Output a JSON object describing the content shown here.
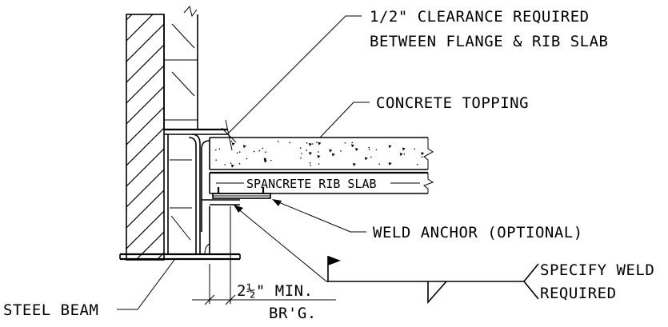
{
  "labels": {
    "clearance_line1": "1/2\" CLEARANCE REQUIRED",
    "clearance_line2": "BETWEEN FLANGE & RIB SLAB",
    "concrete_topping": "CONCRETE TOPPING",
    "rib_slab": "SPANCRETE RIB SLAB",
    "weld_anchor": "WELD ANCHOR (OPTIONAL)",
    "specify_weld_line1": "SPECIFY WELD",
    "specify_weld_line2": "REQUIRED",
    "steel_beam": "STEEL BEAM",
    "bearing_value": "2½\" MIN.",
    "bearing_unit": "BR'G."
  }
}
